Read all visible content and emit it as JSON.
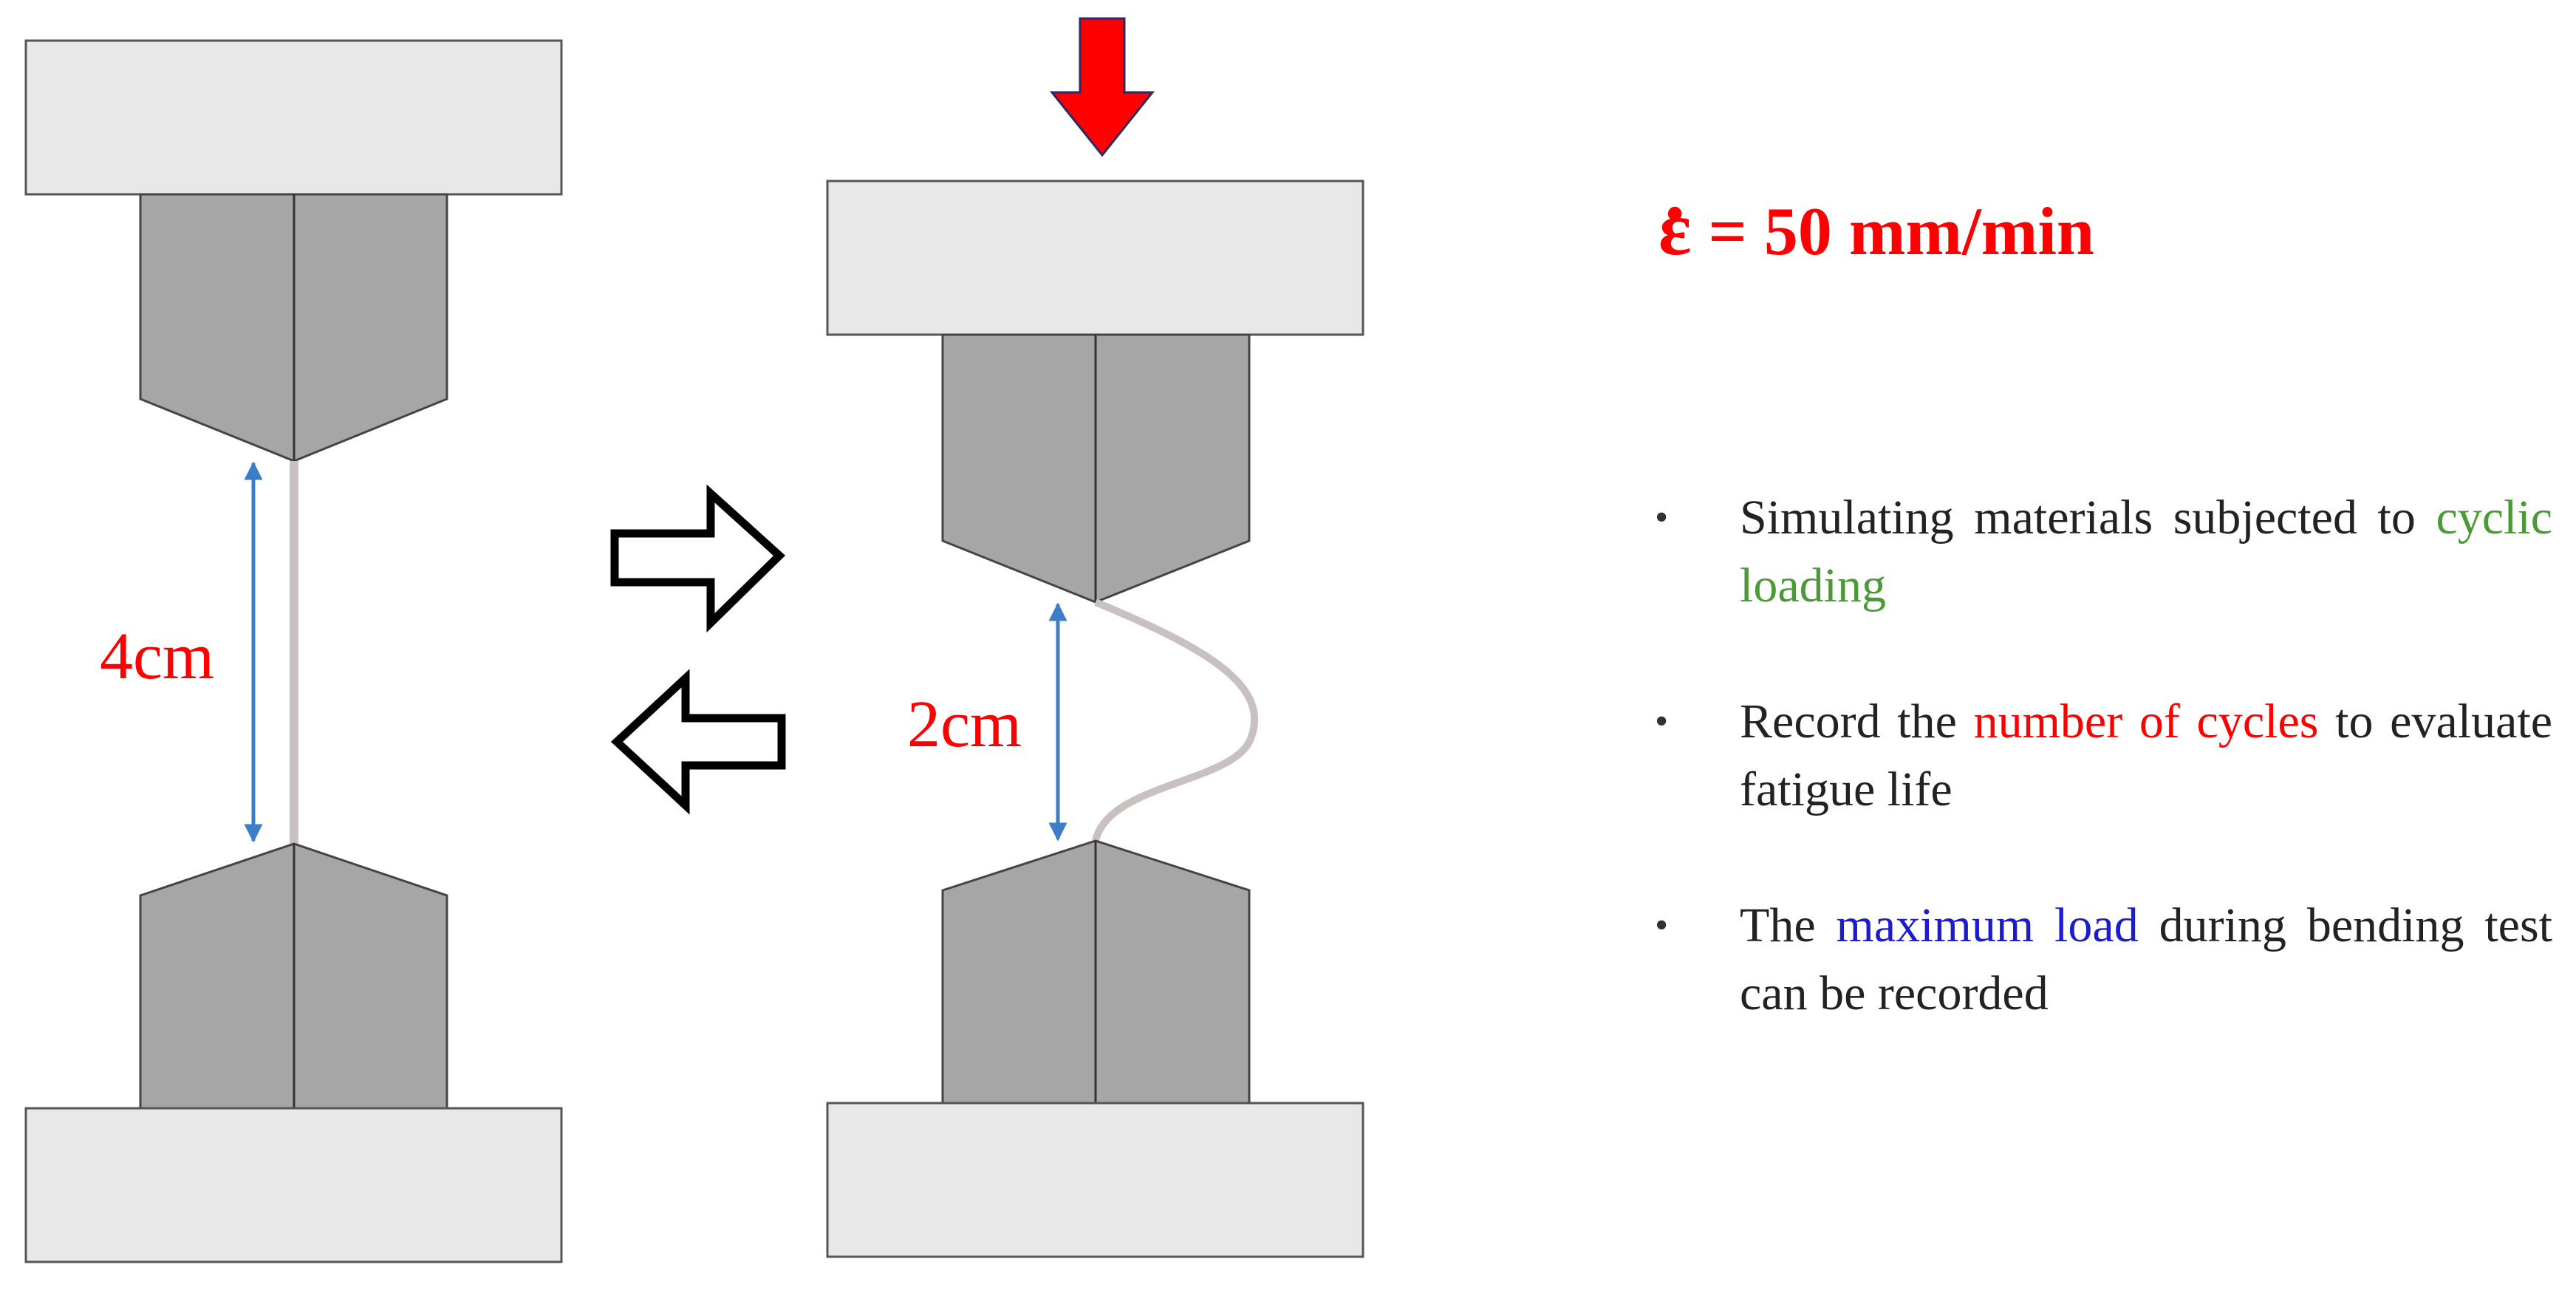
{
  "left_specimen": {
    "gauge_length": "4cm"
  },
  "right_specimen": {
    "gauge_length": "2cm"
  },
  "rate": {
    "symbol": "ε",
    "text": " = 50 mm/min"
  },
  "bullets": [
    {
      "parts": [
        "Simulating materials subjected to ",
        "cyclic loading",
        ""
      ]
    },
    {
      "parts": [
        "Record the ",
        "number of cycles",
        " to evaluate fatigue life"
      ]
    },
    {
      "parts": [
        "The ",
        "maximum load",
        " during bending test can be recorded"
      ]
    }
  ],
  "colors": {
    "accent_red": "#ff0000",
    "highlight_green": "#4a9a36",
    "highlight_blue": "#1c1ccc",
    "grip_gray": "#a6a6a6",
    "plate_gray": "#e8e8e8",
    "dimension_blue": "#3b7dc6"
  },
  "icons": {
    "load_arrow": "down-arrow-icon",
    "forward": "right-arrow-icon",
    "backward": "left-arrow-icon"
  }
}
